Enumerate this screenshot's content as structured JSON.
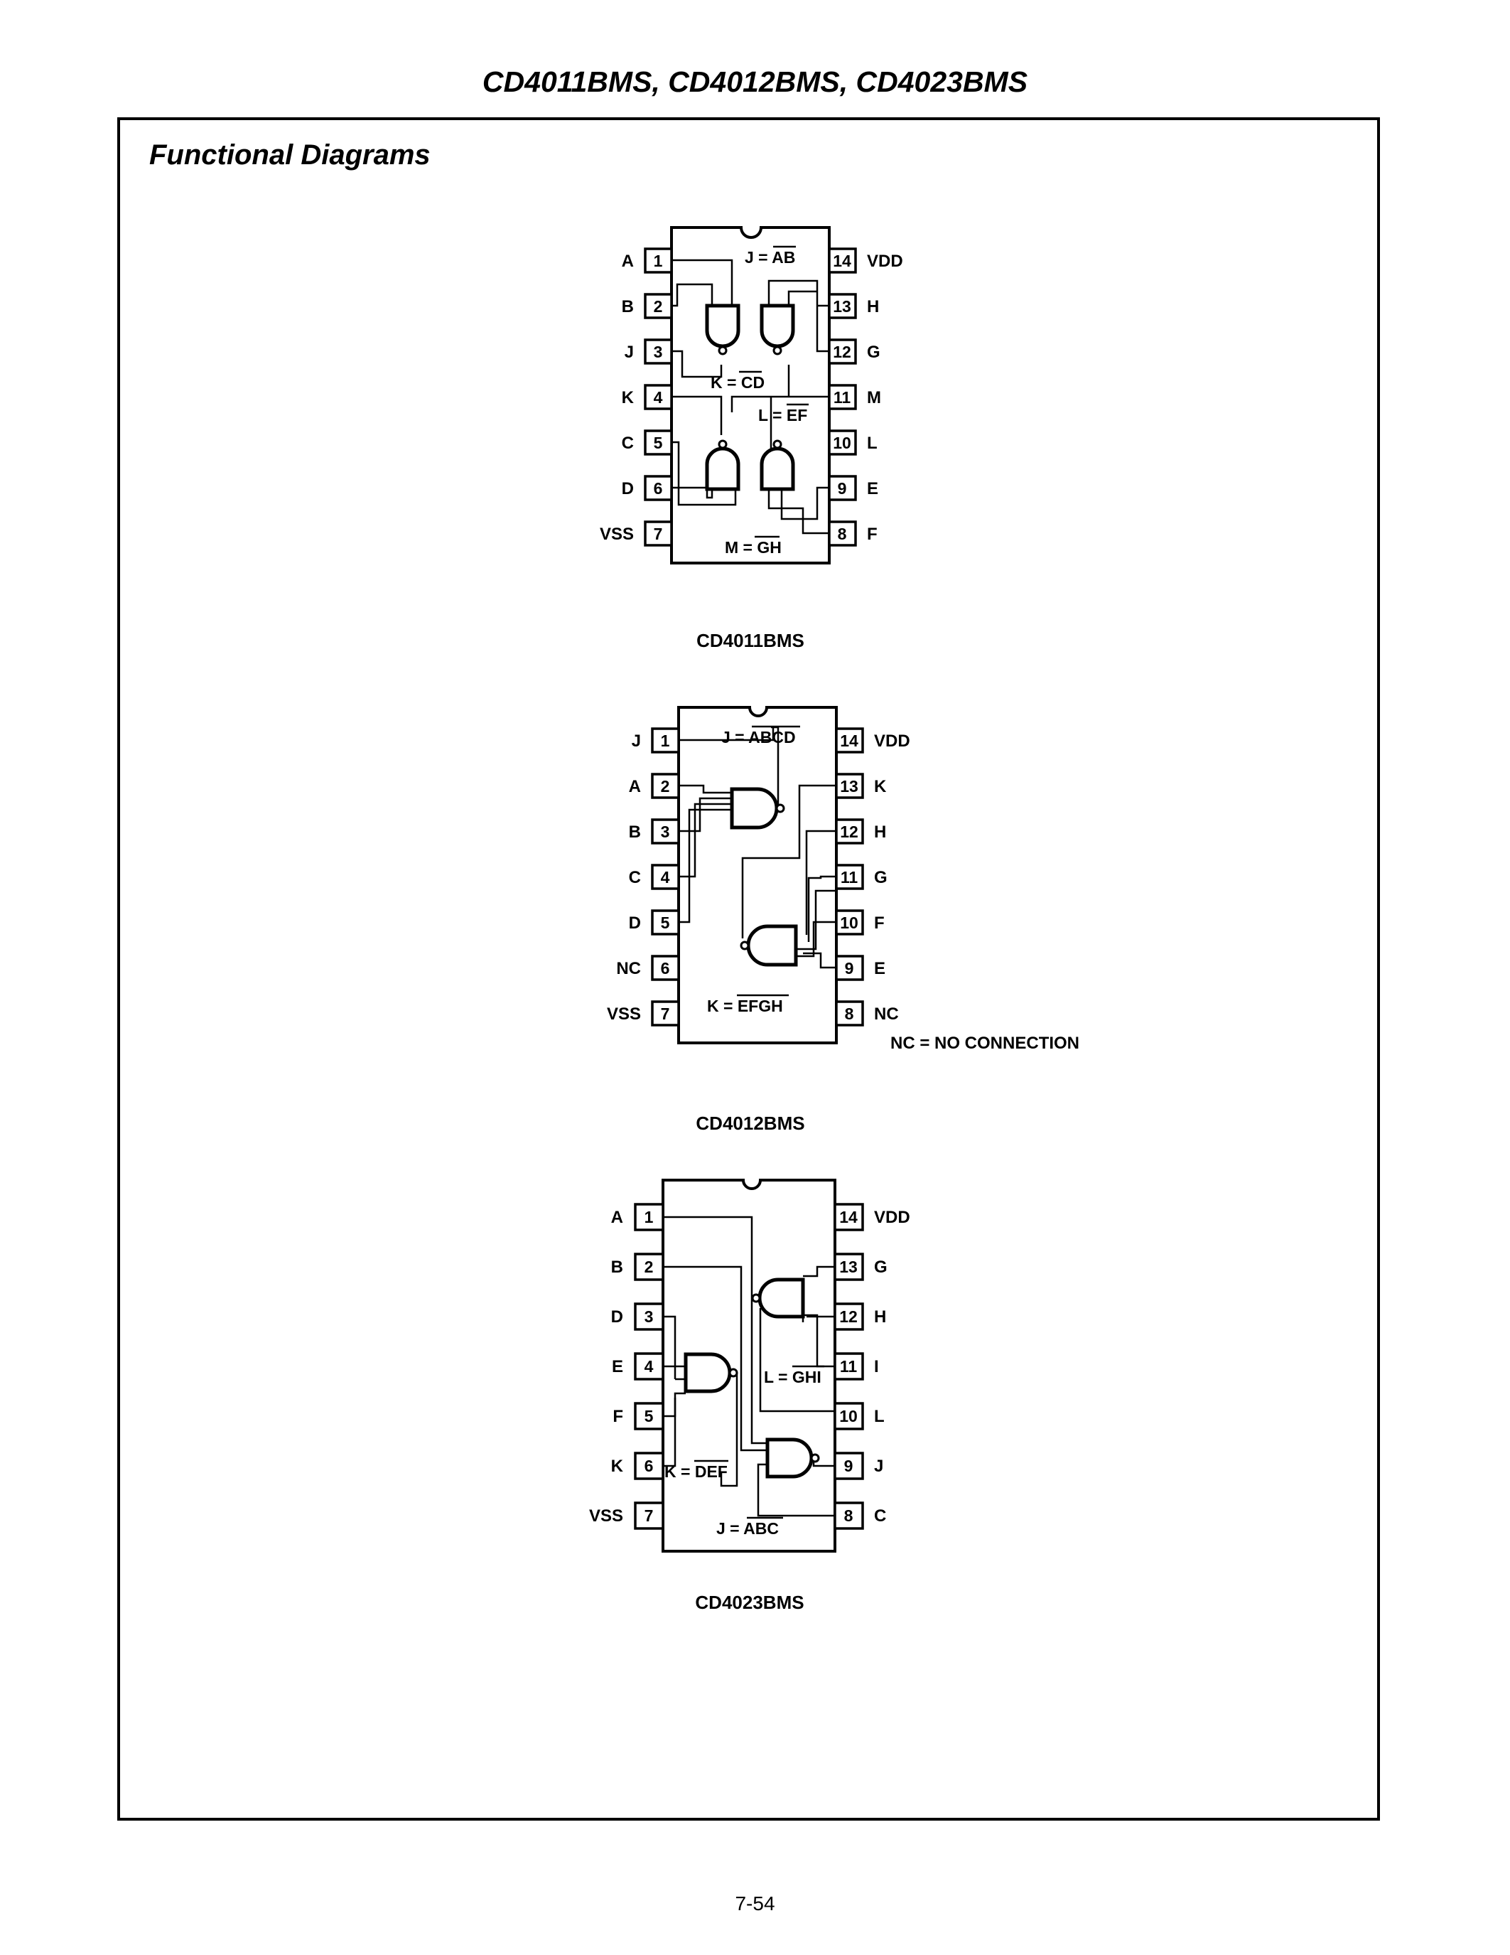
{
  "header": {
    "title": "CD4011BMS, CD4012BMS, CD4023BMS"
  },
  "section": {
    "title": "Functional Diagrams"
  },
  "diagrams": [
    {
      "caption": "CD4011BMS",
      "left_pins": [
        {
          "num": "1",
          "label": "A"
        },
        {
          "num": "2",
          "label": "B"
        },
        {
          "num": "3",
          "label": "J"
        },
        {
          "num": "4",
          "label": "K"
        },
        {
          "num": "5",
          "label": "C"
        },
        {
          "num": "6",
          "label": "D"
        },
        {
          "num": "7",
          "label": "VSS"
        }
      ],
      "right_pins": [
        {
          "num": "14",
          "label": "VDD"
        },
        {
          "num": "13",
          "label": "H"
        },
        {
          "num": "12",
          "label": "G"
        },
        {
          "num": "11",
          "label": "M"
        },
        {
          "num": "10",
          "label": "L"
        },
        {
          "num": "9",
          "label": "E"
        },
        {
          "num": "8",
          "label": "F"
        }
      ],
      "equations": [
        {
          "prefix": "J = ",
          "term": "AB"
        },
        {
          "prefix": "K = ",
          "term": "CD"
        },
        {
          "prefix": "L = ",
          "term": "EF"
        },
        {
          "prefix": "M = ",
          "term": "GH"
        }
      ]
    },
    {
      "caption": "CD4012BMS",
      "left_pins": [
        {
          "num": "1",
          "label": "J"
        },
        {
          "num": "2",
          "label": "A"
        },
        {
          "num": "3",
          "label": "B"
        },
        {
          "num": "4",
          "label": "C"
        },
        {
          "num": "5",
          "label": "D"
        },
        {
          "num": "6",
          "label": "NC"
        },
        {
          "num": "7",
          "label": "VSS"
        }
      ],
      "right_pins": [
        {
          "num": "14",
          "label": "VDD"
        },
        {
          "num": "13",
          "label": "K"
        },
        {
          "num": "12",
          "label": "H"
        },
        {
          "num": "11",
          "label": "G"
        },
        {
          "num": "10",
          "label": "F"
        },
        {
          "num": "9",
          "label": "E"
        },
        {
          "num": "8",
          "label": "NC"
        }
      ],
      "equations": [
        {
          "prefix": "J = ",
          "term": "ABCD"
        },
        {
          "prefix": "K = ",
          "term": "EFGH"
        }
      ],
      "note": "NC = NO CONNECTION"
    },
    {
      "caption": "CD4023BMS",
      "left_pins": [
        {
          "num": "1",
          "label": "A"
        },
        {
          "num": "2",
          "label": "B"
        },
        {
          "num": "3",
          "label": "D"
        },
        {
          "num": "4",
          "label": "E"
        },
        {
          "num": "5",
          "label": "F"
        },
        {
          "num": "6",
          "label": "K"
        },
        {
          "num": "7",
          "label": "VSS"
        }
      ],
      "right_pins": [
        {
          "num": "14",
          "label": "VDD"
        },
        {
          "num": "13",
          "label": "G"
        },
        {
          "num": "12",
          "label": "H"
        },
        {
          "num": "11",
          "label": "I"
        },
        {
          "num": "10",
          "label": "L"
        },
        {
          "num": "9",
          "label": "J"
        },
        {
          "num": "8",
          "label": "C"
        }
      ],
      "equations": [
        {
          "prefix": "L = ",
          "term": "GHI"
        },
        {
          "prefix": "K = ",
          "term": "DEF"
        },
        {
          "prefix": "J = ",
          "term": "ABC"
        }
      ]
    }
  ],
  "footer": {
    "page_number": "7-54"
  }
}
